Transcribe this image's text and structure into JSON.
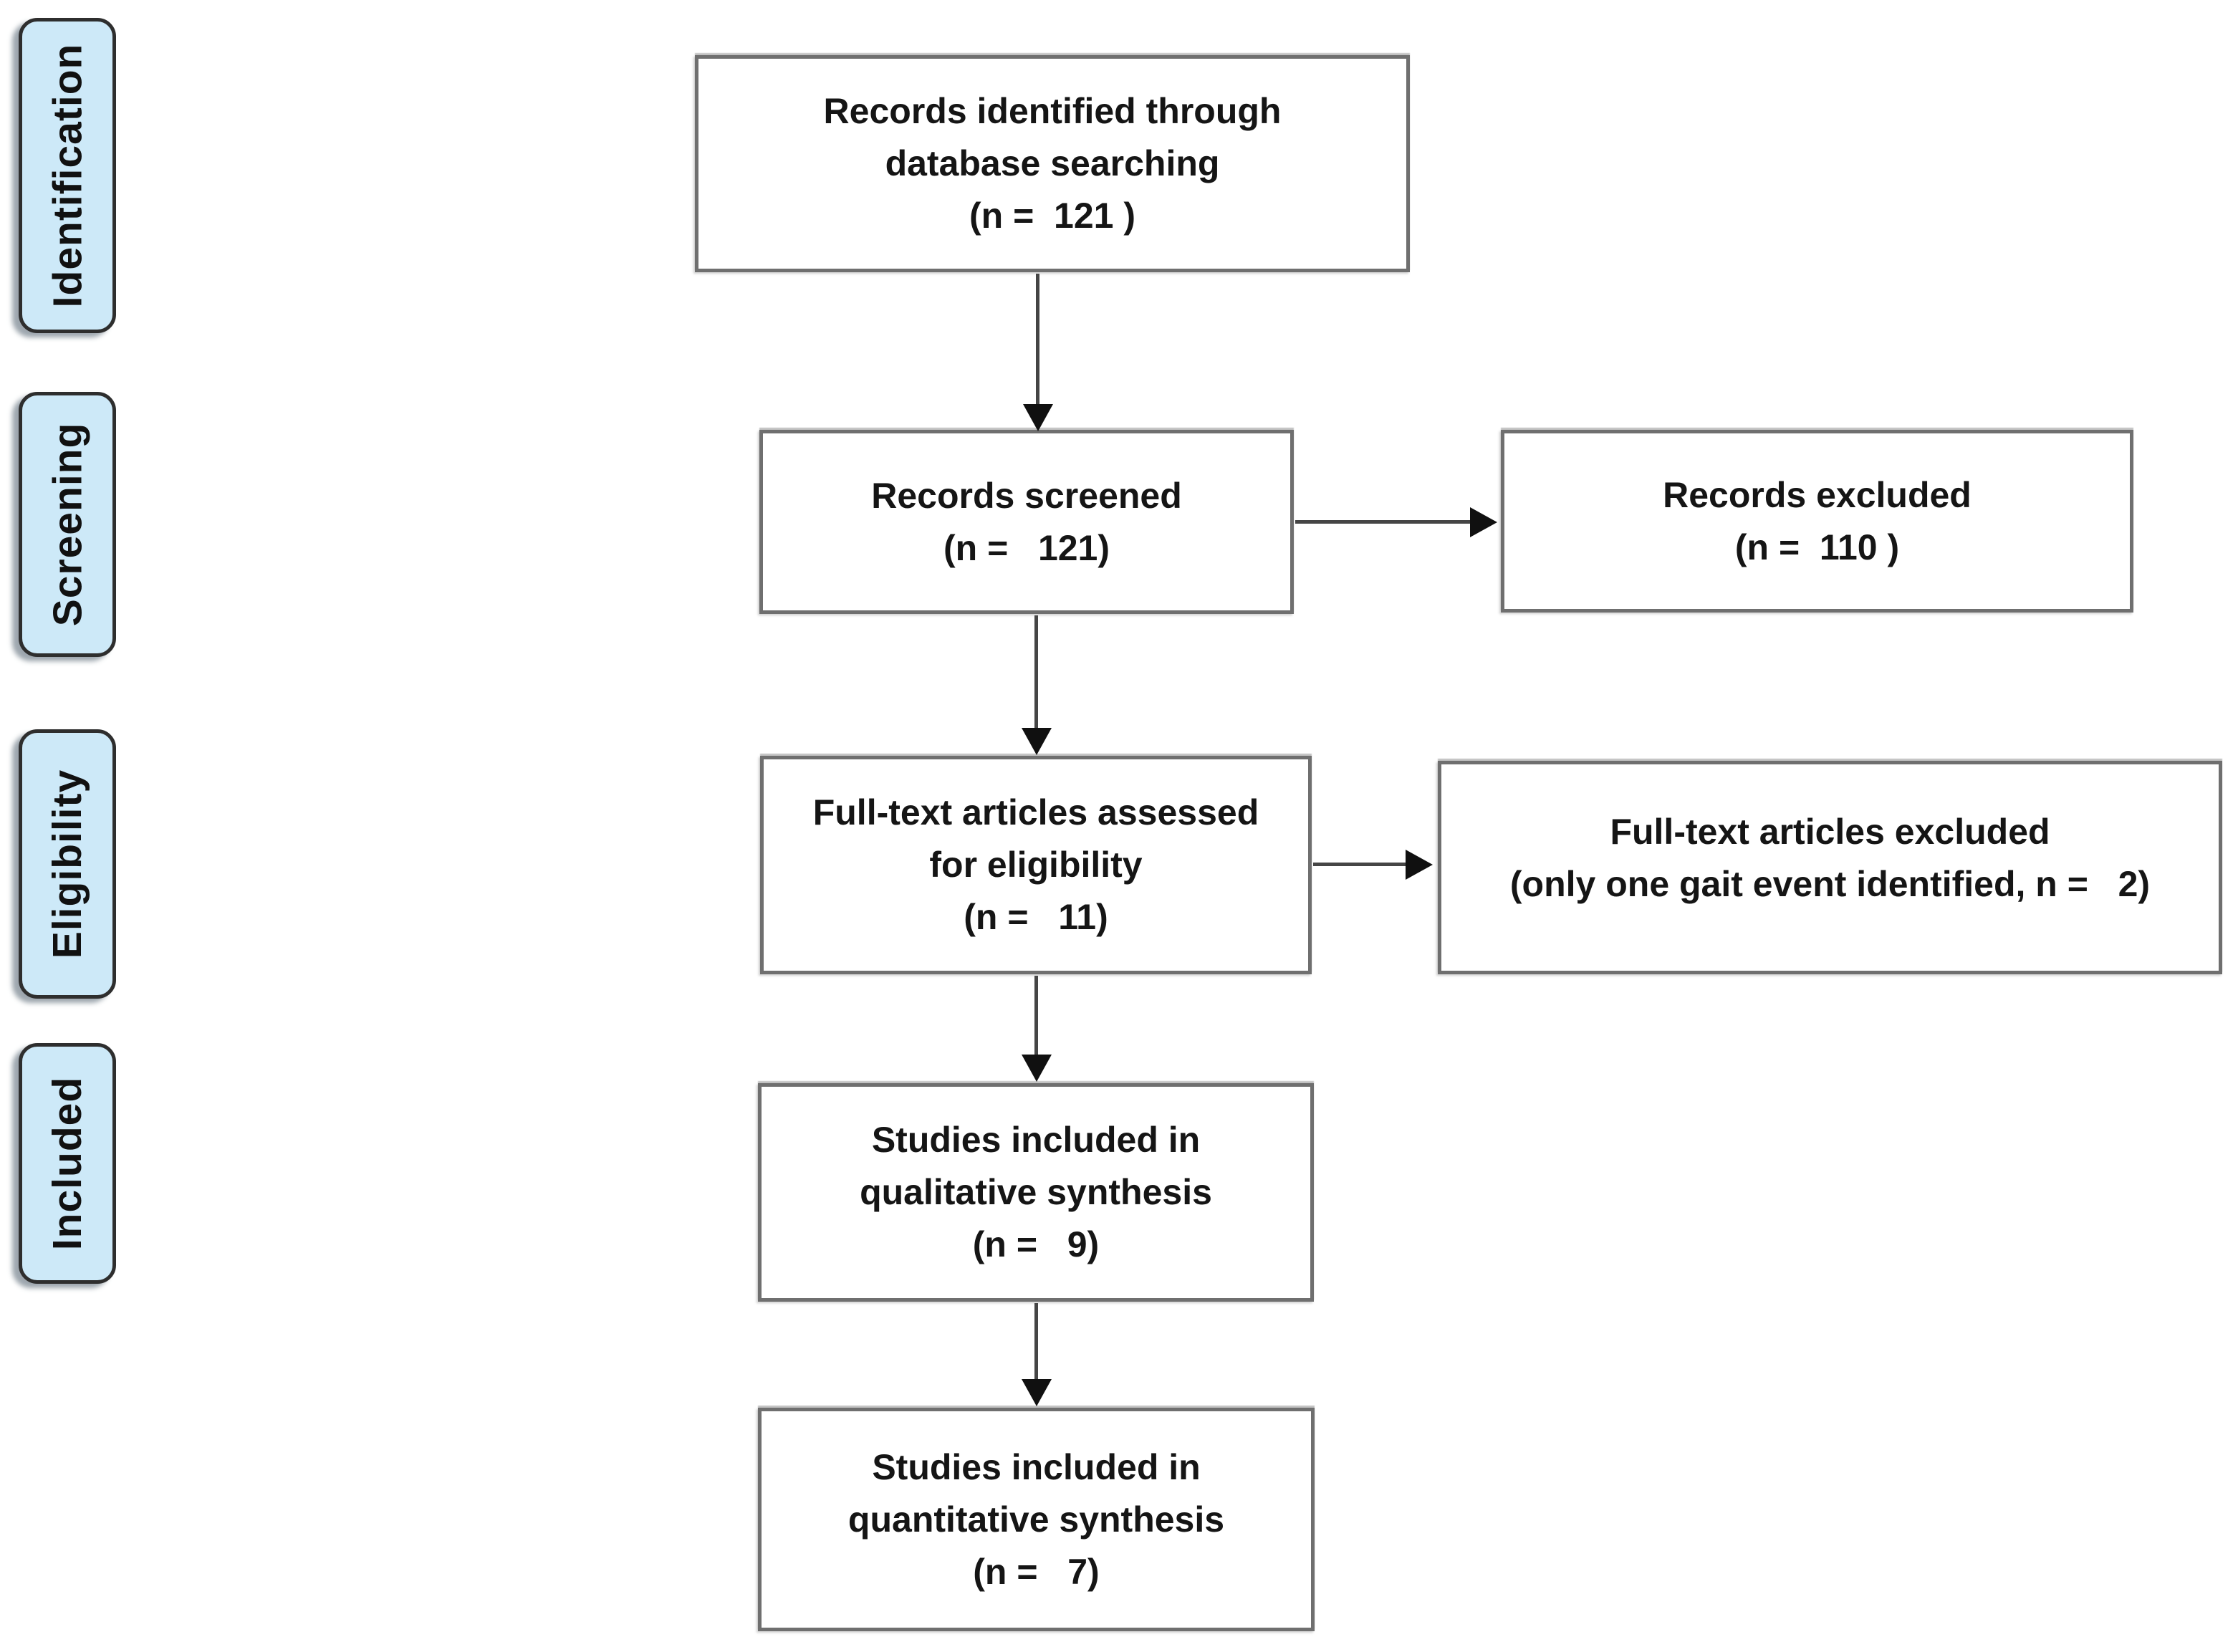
{
  "diagram_type": "flowchart",
  "colors": {
    "stage_fill": "#cde9f8",
    "stage_border": "#2e2e2e",
    "box_border": "#6f6f6f",
    "arrow": "#454545",
    "text": "#151515"
  },
  "stages": [
    {
      "label": "Identification"
    },
    {
      "label": "Screening"
    },
    {
      "label": "Eligibility"
    },
    {
      "label": "Included"
    }
  ],
  "boxes": [
    {
      "name": "records-identified",
      "lines": [
        "Records identified through",
        "database searching",
        "(n =  121 )"
      ]
    },
    {
      "name": "records-screened",
      "lines": [
        "Records screened",
        "(n =   121)"
      ]
    },
    {
      "name": "records-excluded",
      "lines": [
        "Records excluded",
        "(n =  110 )"
      ]
    },
    {
      "name": "fulltext-assessed",
      "lines": [
        "Full-text articles assessed",
        "for eligibility",
        "(n =   11)"
      ]
    },
    {
      "name": "fulltext-excluded",
      "lines": [
        "Full-text articles excluded",
        "(only one gait event identified, n =   2)"
      ]
    },
    {
      "name": "qualitative-synthesis",
      "lines": [
        "Studies included in",
        "qualitative synthesis",
        "(n =   9)"
      ]
    },
    {
      "name": "quantitative-synthesis",
      "lines": [
        "Studies included in",
        "quantitative synthesis",
        "(n =   7)"
      ]
    }
  ]
}
